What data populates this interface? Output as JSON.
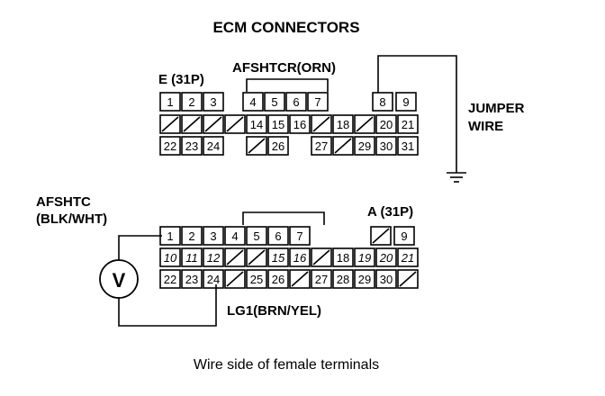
{
  "title": "ECM CONNECTORS",
  "connector_e": {
    "label": "E (31P)",
    "rows": [
      [
        "1",
        "2",
        "3",
        "",
        "4",
        "5",
        "6",
        "7",
        "",
        "8",
        "9"
      ],
      [
        "/",
        "/",
        "/",
        "/",
        "14",
        "15",
        "16",
        "/",
        "18",
        "/",
        "20",
        "21"
      ],
      [
        "22",
        "23",
        "24",
        "",
        "/",
        "26",
        "",
        "27",
        "/",
        "29",
        "30",
        "31"
      ]
    ]
  },
  "connector_a": {
    "label": "A (31P)",
    "rows": [
      [
        "1",
        "2",
        "3",
        "4",
        "5",
        "6",
        "7",
        "",
        "/",
        "9"
      ],
      [
        "10",
        "11",
        "12",
        "/",
        "/",
        "15",
        "16",
        "/",
        "18",
        "19",
        "20",
        "21"
      ],
      [
        "22",
        "23",
        "24",
        "/",
        "25",
        "26",
        "/",
        "27",
        "28",
        "29",
        "30",
        "/"
      ]
    ]
  },
  "labels": {
    "afshtcr": "AFSHTCR(ORN)",
    "jumper_line1": "JUMPER",
    "jumper_line2": "WIRE",
    "afshtc_line1": "AFSHTC",
    "afshtc_line2": "(BLK/WHT)",
    "lg1": "LG1(BRN/YEL)",
    "voltmeter": "V",
    "caption": "Wire side of female terminals"
  }
}
